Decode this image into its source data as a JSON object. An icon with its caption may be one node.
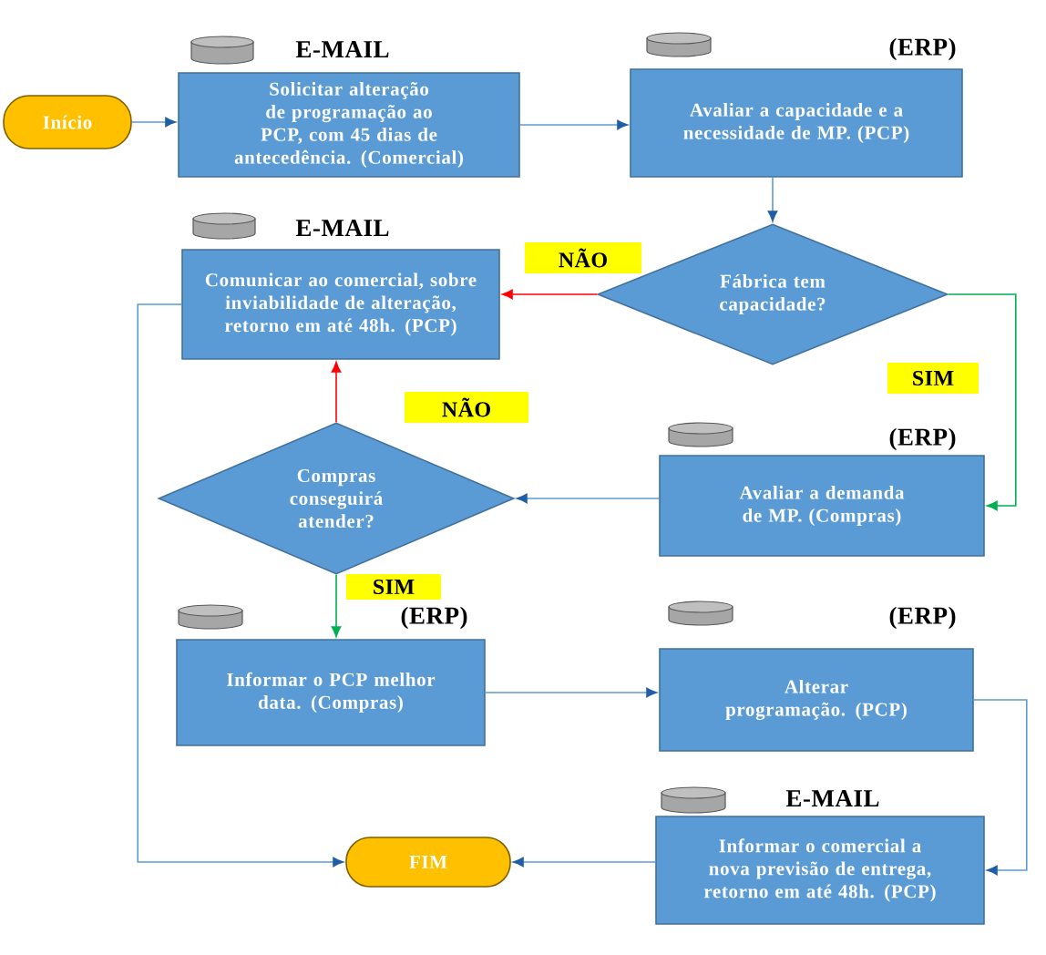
{
  "diagram": {
    "nodes": [
      {
        "text": [
          "Início"
        ]
      },
      {
        "text": [
          "E-MAIL",
          "Solicitar alteração de programação ao PCP, com 45 dias de antecedência. (Comercial)"
        ]
      },
      {
        "text": [
          "(ERP)",
          "Avaliar a capacidade e a necessidade de MP. (PCP)"
        ]
      },
      {
        "text": [
          "Fábrica tem capacidade?"
        ]
      },
      {
        "text": [
          "E-MAIL",
          "Comunicar ao comercial, sobre inviabilidade de alteração, retorno em até 48h. (PCP)"
        ]
      },
      {
        "text": [
          "Compras conseguirá atender?"
        ]
      },
      {
        "text": [
          "(ERP)",
          "Avaliar a demanda de MP. (Compras)"
        ]
      },
      {
        "text": [
          "(ERP)",
          "Informar o PCP melhor data. (Compras)"
        ]
      },
      {
        "text": [
          "(ERP)",
          "Alterar programação. (PCP)"
        ]
      },
      {
        "text": [
          "E-MAIL",
          "Informar o comercial a nova previsão de entrega, retorno em até 48h. (PCP)"
        ]
      },
      {
        "text": [
          "FIM"
        ]
      }
    ],
    "edges": [
      {
        "from": 0,
        "to": 1,
        "arrow": "to"
      },
      {
        "from": 1,
        "to": 2,
        "arrow": "to"
      },
      {
        "from": 2,
        "to": 3,
        "arrow": "to"
      },
      {
        "from": 3,
        "to": 4,
        "arrow": "to",
        "label": "NÃO",
        "color": "#ff0000"
      },
      {
        "from": 3,
        "to": 6,
        "arrow": "to",
        "label": "SIM",
        "color": "#00b050"
      },
      {
        "from": 6,
        "to": 5,
        "arrow": "to"
      },
      {
        "from": 5,
        "to": 4,
        "arrow": "to",
        "label": "NÃO",
        "color": "#ff0000"
      },
      {
        "from": 5,
        "to": 7,
        "arrow": "to",
        "label": "SIM",
        "color": "#00b050"
      },
      {
        "from": 7,
        "to": 8,
        "arrow": "to"
      },
      {
        "from": 8,
        "to": 9,
        "arrow": "to"
      },
      {
        "from": 9,
        "to": 10,
        "arrow": "to"
      },
      {
        "from": 4,
        "to": 10,
        "arrow": "to"
      }
    ]
  }
}
